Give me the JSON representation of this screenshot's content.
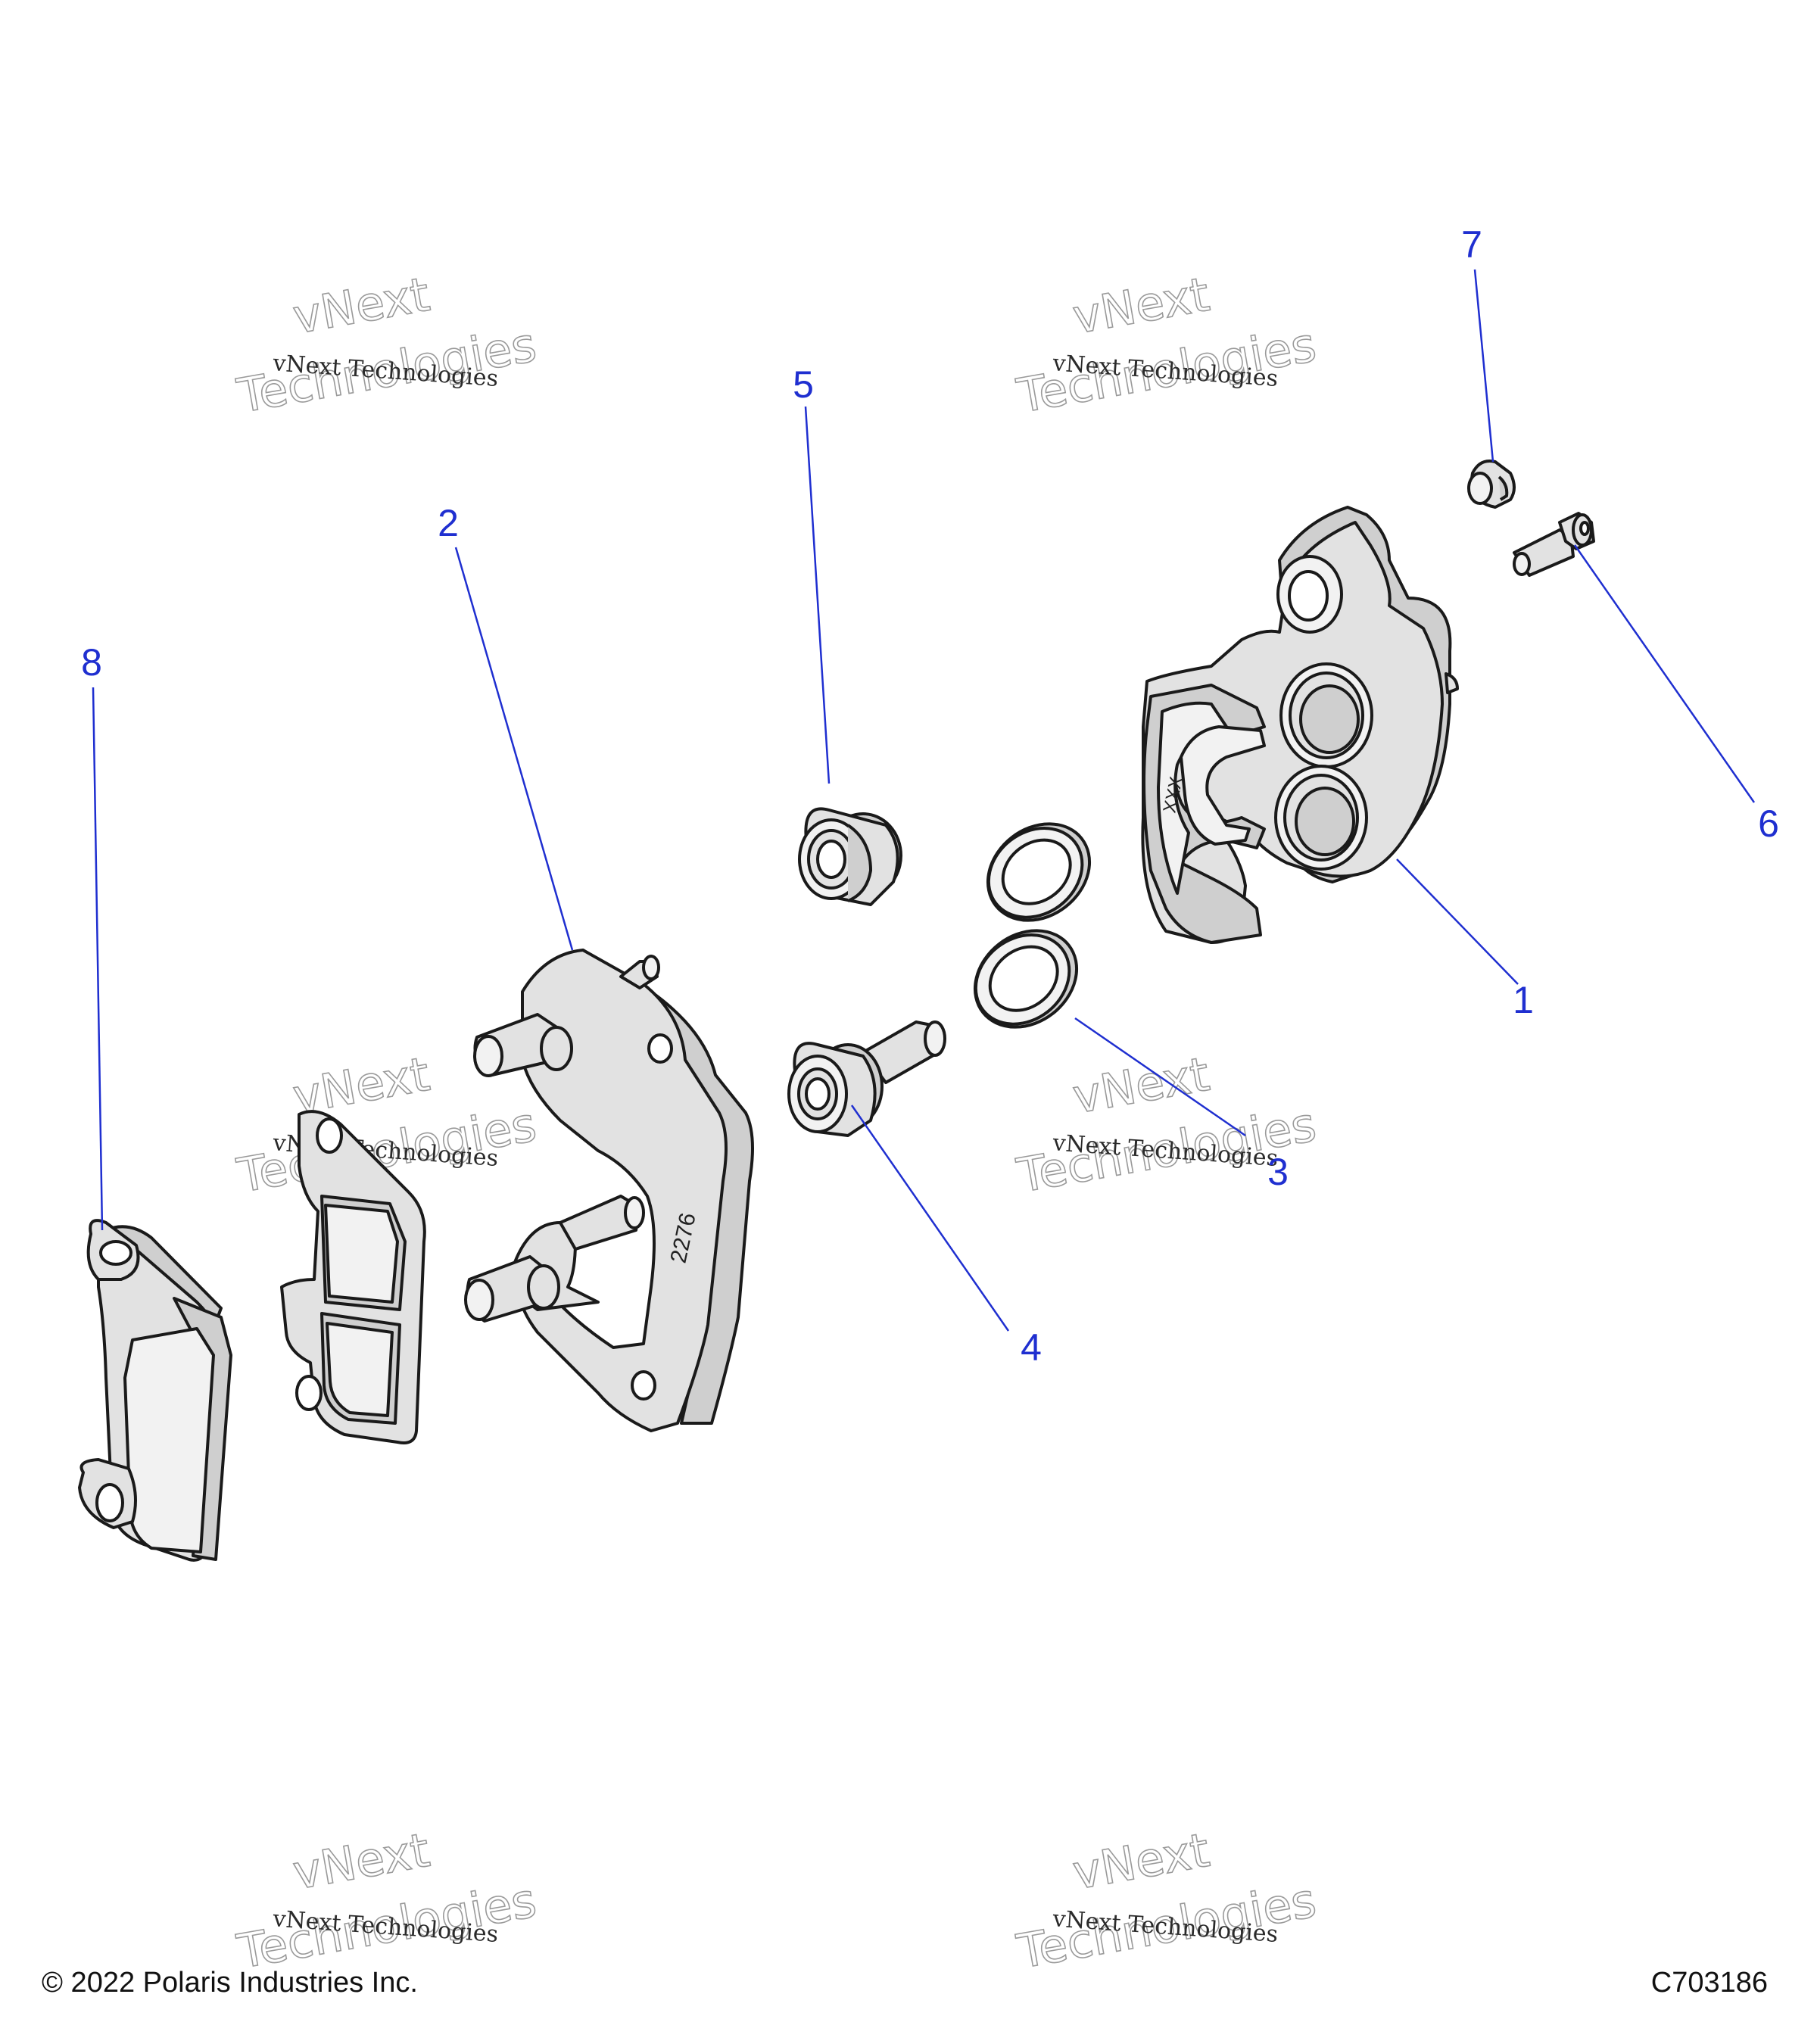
{
  "callouts": {
    "c1": "1",
    "c2": "2",
    "c3": "3",
    "c4": "4",
    "c5": "5",
    "c6": "6",
    "c7": "7",
    "c8": "8"
  },
  "part_markings": {
    "caliper": "XXX",
    "bracket": "2276"
  },
  "watermark": {
    "line1": "vNext Technologies",
    "line2": "vNext",
    "line3": "Technologies"
  },
  "footer": {
    "copyright": "© 2022 Polaris Industries Inc.",
    "figure_id": "C703186"
  }
}
